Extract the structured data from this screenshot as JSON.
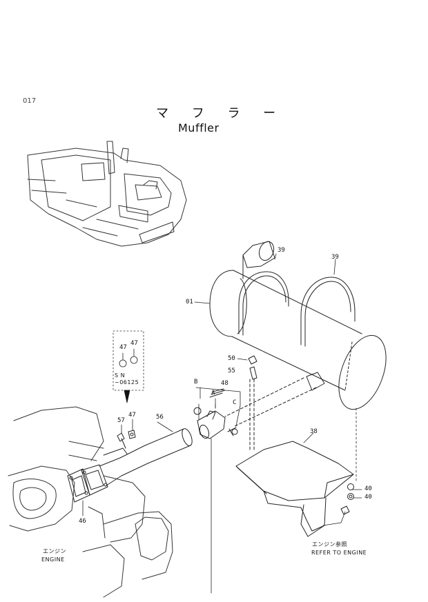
{
  "header": {
    "page_number": "017",
    "title_jp": "マ フ ラ ー",
    "title_en": "Muffler"
  },
  "callouts": {
    "p01": "01",
    "p39a": "39",
    "p39b": "39",
    "p50": "50",
    "p55": "55",
    "p48": "48",
    "pA": "A",
    "pB": "B",
    "pC": "C",
    "p56": "56",
    "p57": "57",
    "p47": "47",
    "p46": "46",
    "p38": "38",
    "p40a": "40",
    "p40b": "40",
    "inset47a": "47",
    "inset47b": "47"
  },
  "inset": {
    "serial_prefix": "S N",
    "serial_range": "~06125"
  },
  "notes": {
    "engine_jp": "エンジン",
    "engine_en": "ENGINE",
    "refer_jp": "エンジン参照",
    "refer_en": "REFER TO ENGINE"
  }
}
